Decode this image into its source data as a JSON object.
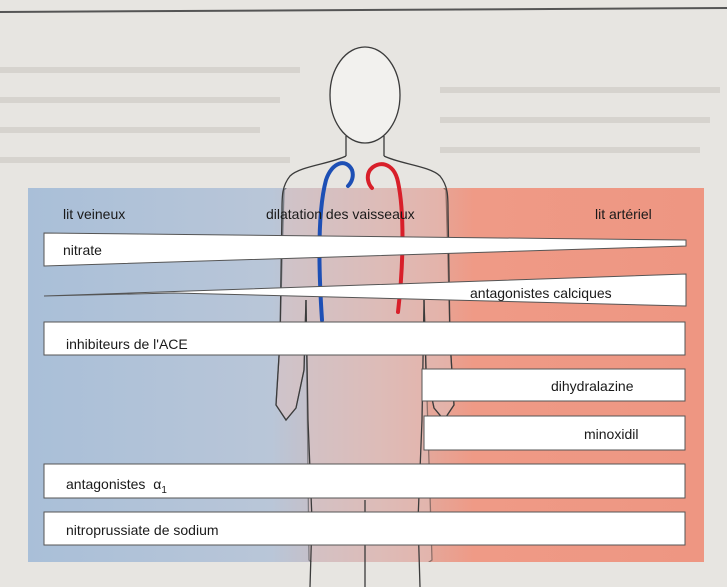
{
  "figure": {
    "header": {
      "left": "lit veineux",
      "center": "dilatation des vaisseaux",
      "right": "lit artériel"
    },
    "bars": [
      {
        "label": "nitrate",
        "coverage": "veineux"
      },
      {
        "label": "antagonistes calciques",
        "coverage": "artériel"
      },
      {
        "label": "inhibiteurs de l'ACE",
        "coverage": "veineux et artériel"
      },
      {
        "label": "dihydralazine",
        "coverage": "artériel"
      },
      {
        "label": "minoxidil",
        "coverage": "artériel"
      },
      {
        "label": "antagonistes",
        "label_sub": "1",
        "label_symbol": "α",
        "coverage": "veineux et artériel"
      },
      {
        "label": "nitroprussiate de sodium",
        "coverage": "veineux et artériel"
      }
    ],
    "colors": {
      "venous": "#a9bfd8",
      "arterial": "#ef9a86",
      "bar_fill": "#ffffff",
      "vein": "#1d4fb5",
      "artery": "#d81f2a"
    }
  }
}
